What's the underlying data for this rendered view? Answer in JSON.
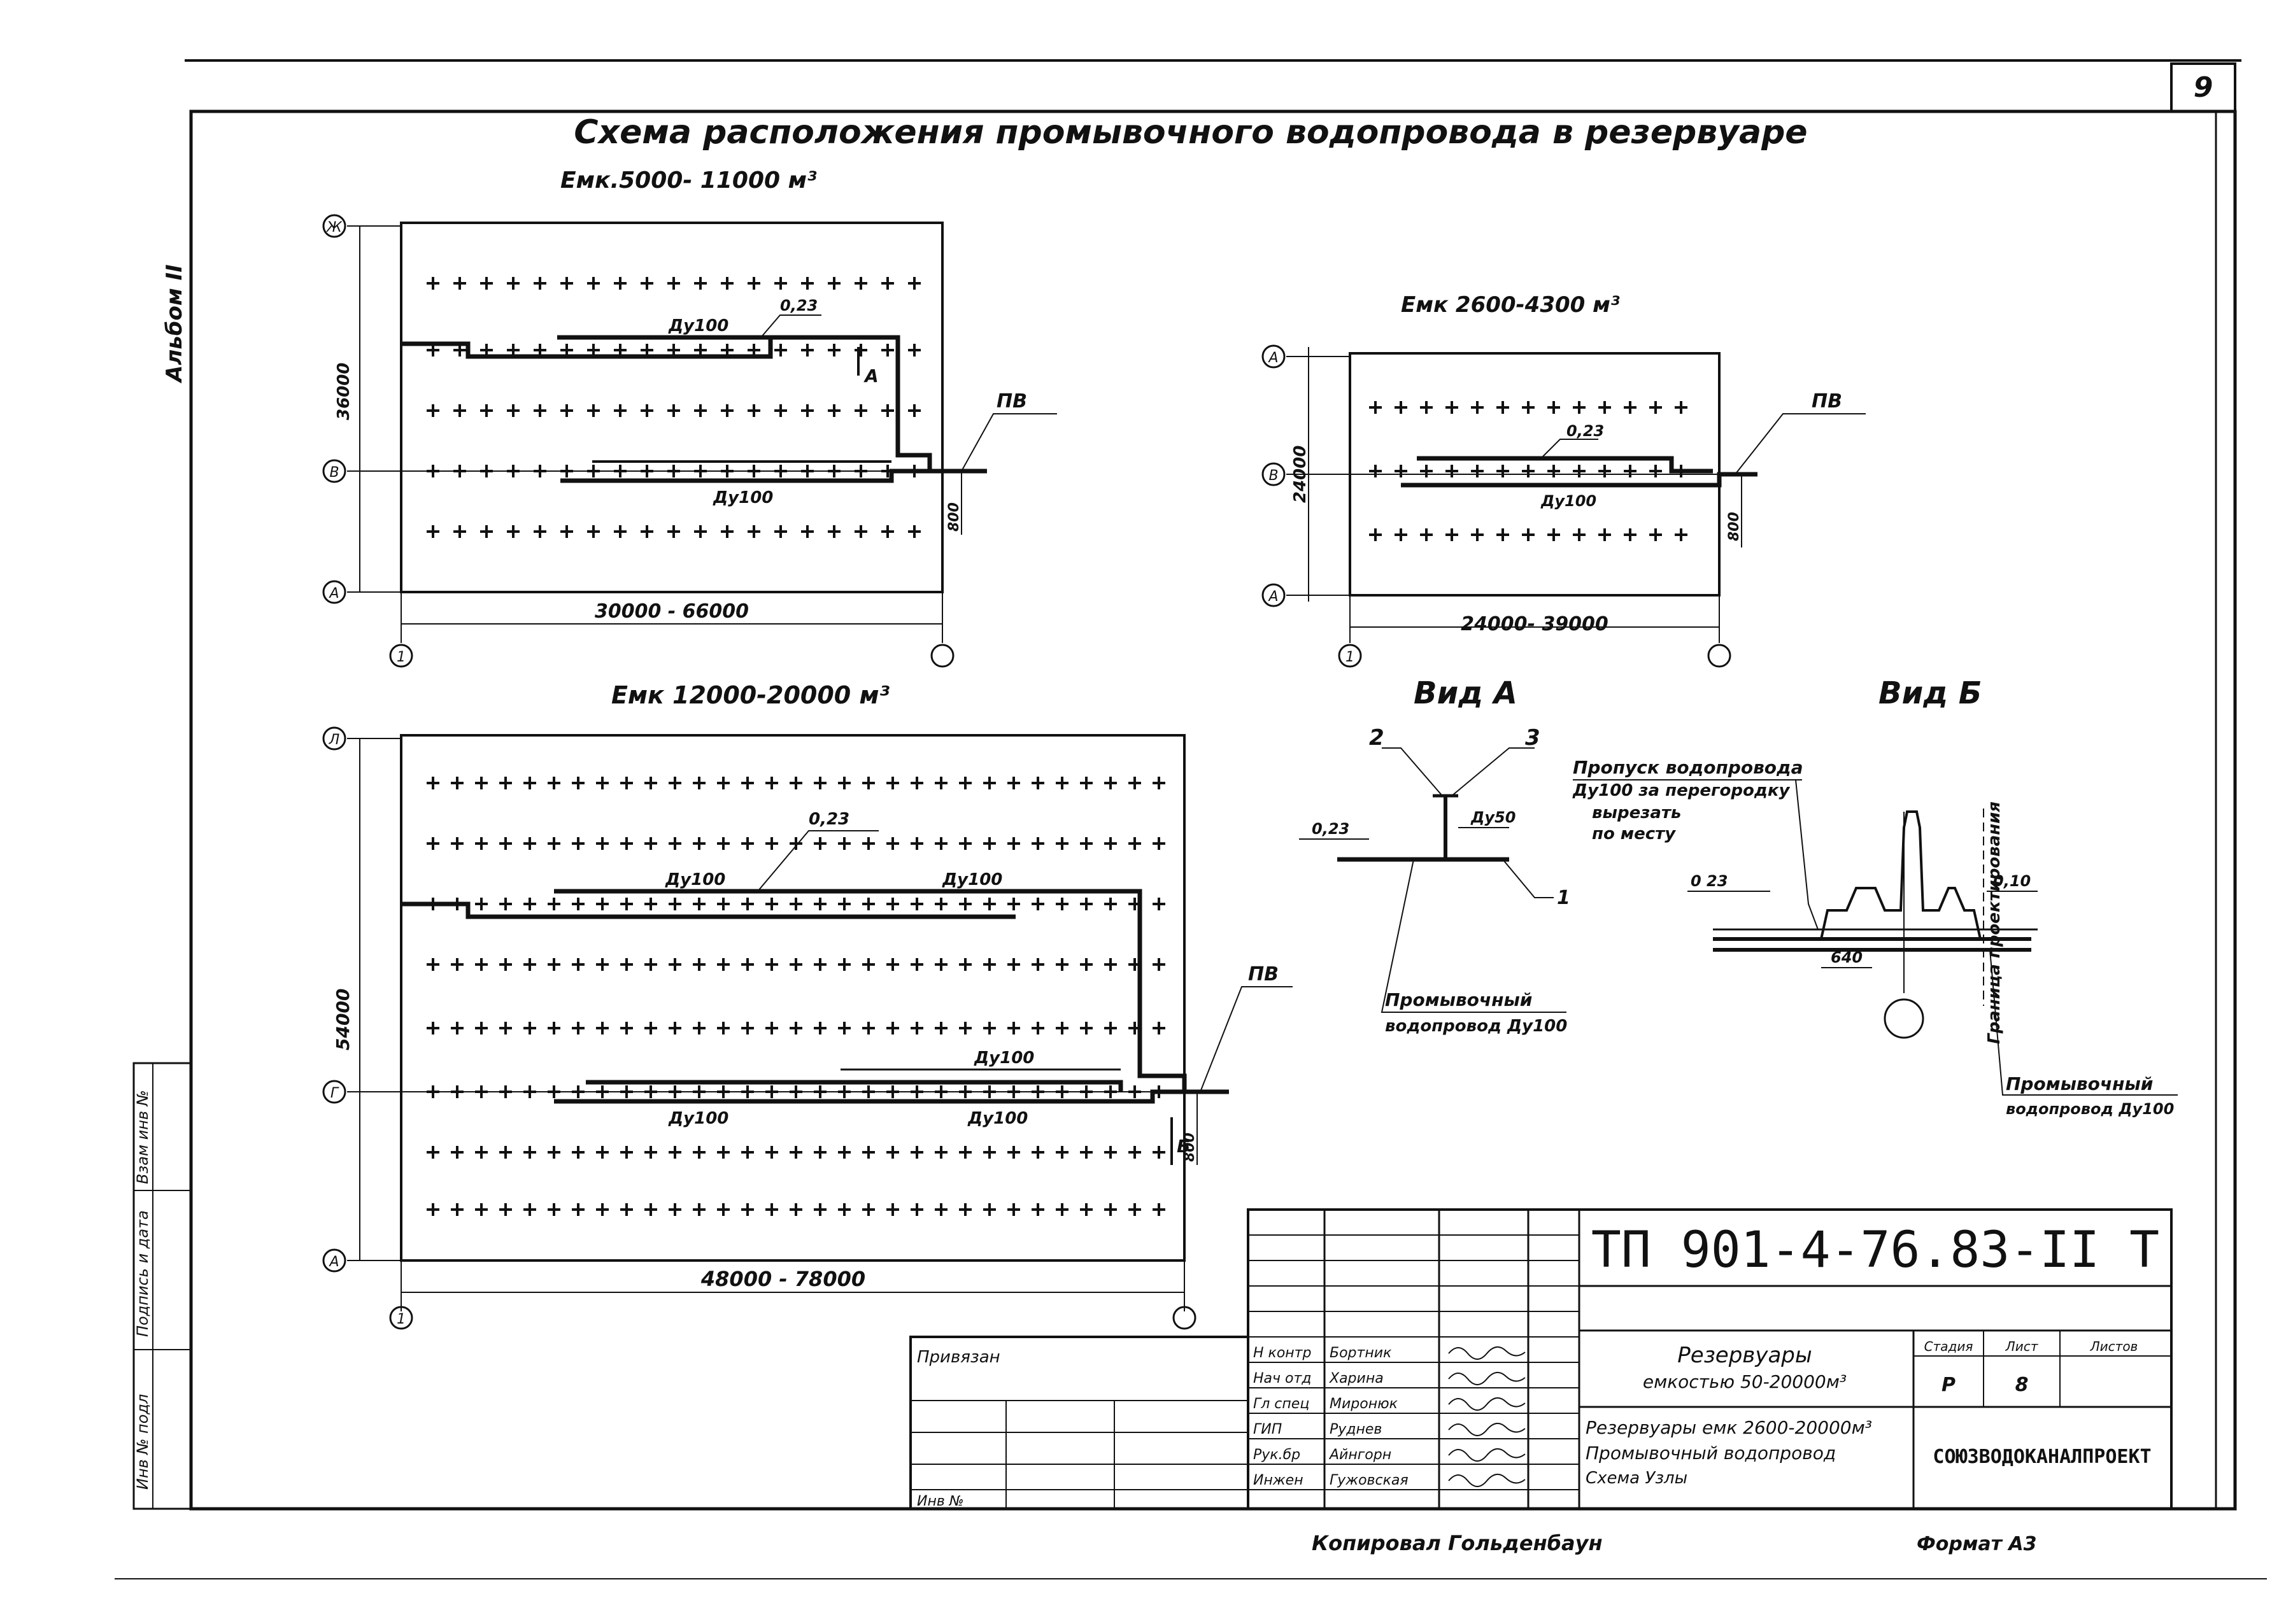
{
  "sheet": {
    "page_number": "9",
    "main_title": "Схема расположения промывочного водопровода в резервуаре",
    "album_label": "Альбом II",
    "side_stamp": [
      "Инв № подл",
      "Подпись и дата",
      "Взам инв №"
    ],
    "copied_by": "Копировал Гольденбаун",
    "format": "Формат А3"
  },
  "plans": {
    "small_left": {
      "title": "Емк.5000- 11000 м³",
      "axis_top": "Ж",
      "axis_mid": "В",
      "axis_bot": "А",
      "axis_left": "1",
      "axis_right": "",
      "dim_height": "36000",
      "dim_width": "30000 - 66000",
      "pipe_upper": "Ду100",
      "pipe_lower": "Ду100",
      "level": "0,23",
      "pv": "ПВ",
      "dim_800": "800",
      "view_mark": "А"
    },
    "small_right": {
      "title": "Емк 2600-4300 м³",
      "axis_top": "А",
      "axis_mid": "В",
      "axis_bot": "А",
      "axis_left": "1",
      "axis_right": "",
      "dim_height": "24000",
      "dim_width": "24000- 39000",
      "pipe_lower": "Ду100",
      "level": "0,23",
      "pv": "ПВ",
      "dim_800": "800"
    },
    "large": {
      "title": "Емк 12000-20000 м³",
      "axis_top": "Л",
      "axis_mid": "Г",
      "axis_bot": "А",
      "axis_left": "1",
      "axis_right": "",
      "dim_height": "54000",
      "dim_width": "48000 - 78000",
      "pipe_labels": [
        "Ду100",
        "Ду100",
        "Ду100",
        "Ду100",
        "Ду100"
      ],
      "level": "0,23",
      "pv": "ПВ",
      "dim_800": "800",
      "view_mark": "Б"
    }
  },
  "view_a": {
    "title": "Вид А",
    "callouts": [
      "2",
      "3",
      "1"
    ],
    "pipe_small": "Ду50",
    "level": "0,23",
    "note_line1": "Промывочный",
    "note_line2": "водопровод Ду100"
  },
  "view_b": {
    "title": "Вид Б",
    "note_line1": "Пропуск водопровода",
    "note_line2": "Ду100 за перегородку",
    "note_line3": "вырезать",
    "note_line4": "по месту",
    "level_left": "0 23",
    "level_right": "0,10",
    "dim": "640",
    "boundary": "Граница проектирования",
    "note2_line1": "Промывочный",
    "note2_line2": "водопровод Ду100"
  },
  "title_block": {
    "code": "ТП 901-4-76.83-II Т",
    "privyazan": "Привязан",
    "inv": "Инв №",
    "roles": [
      "Н контр",
      "Нач отд",
      "Гл спец",
      "ГИП",
      "Рук.бр",
      "Инжен"
    ],
    "names": [
      "Бортник",
      "Харина",
      "Миронюк",
      "Руднев",
      "Айнгорн",
      "Гужовская"
    ],
    "project_line1": "Резервуары",
    "project_line2": "емкостью 50-20000м³",
    "stage_header": "Стадия",
    "sheet_header": "Лист",
    "sheets_header": "Листов",
    "stage": "Р",
    "sheet": "8",
    "sheets": "",
    "desc_line1": "Резервуары емк 2600-20000м³",
    "desc_line2": "Промывочный водопровод",
    "desc_line3": "Схема Узлы",
    "org": "СОЮЗВОДОКАНАЛПРОЕКТ"
  }
}
